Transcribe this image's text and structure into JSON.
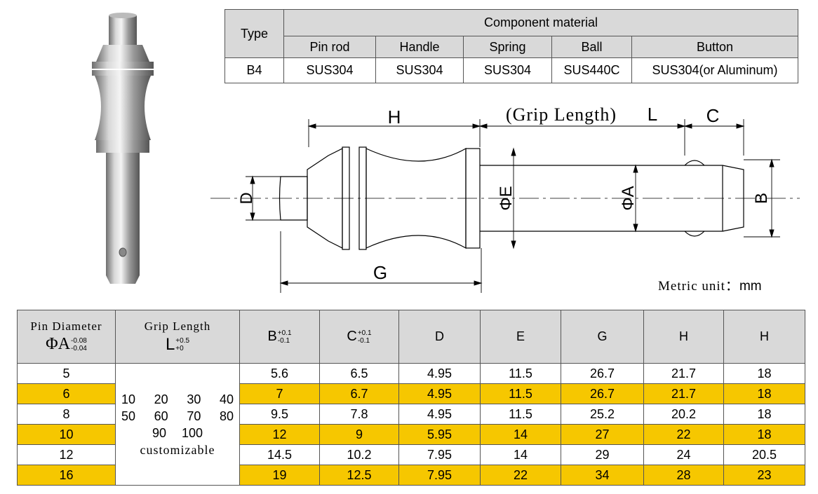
{
  "material_table": {
    "type_header": "Type",
    "group_header": "Component material",
    "columns": [
      "Pin rod",
      "Handle",
      "Spring",
      "Ball",
      "Button"
    ],
    "type_value": "B4",
    "values": [
      "SUS304",
      "SUS304",
      "SUS304",
      "SUS440C",
      "SUS304(or Aluminum)"
    ]
  },
  "diagram": {
    "label_H": "H",
    "label_grip": "(Grip Length)",
    "label_L": "L",
    "label_C": "C",
    "label_D": "D",
    "label_E": "ΦE",
    "label_A": "ΦA",
    "label_B": "B",
    "label_G": "G"
  },
  "metric_note": {
    "text": "Metric unit：",
    "unit": "mm"
  },
  "dim_table": {
    "col_pin_title": "Pin Diameter",
    "col_pin_symbol": "ΦA",
    "col_pin_tol_top": "-0.08",
    "col_pin_tol_bottom": "-0.04",
    "col_grip_title": "Grip Length",
    "col_grip_symbol": "L",
    "col_grip_tol_top": "+0.5",
    "col_grip_tol_bottom": "+0",
    "col_B": "B",
    "col_B_tol_top": "+0.1",
    "col_B_tol_bottom": "-0.1",
    "col_C": "C",
    "col_C_tol_top": "+0.1",
    "col_C_tol_bottom": "-0.1",
    "col_D": "D",
    "col_E": "E",
    "col_G": "G",
    "col_H1": "H",
    "col_H2": "H",
    "grip_values": [
      "10",
      "20",
      "30",
      "40",
      "50",
      "60",
      "70",
      "80",
      "90",
      "100"
    ],
    "grip_note": "customizable",
    "rows": [
      {
        "pin": "5",
        "B": "5.6",
        "C": "6.5",
        "D": "4.95",
        "E": "11.5",
        "G": "26.7",
        "H1": "21.7",
        "H2": "18",
        "highlight": false
      },
      {
        "pin": "6",
        "B": "7",
        "C": "6.7",
        "D": "4.95",
        "E": "11.5",
        "G": "26.7",
        "H1": "21.7",
        "H2": "18",
        "highlight": true
      },
      {
        "pin": "8",
        "B": "9.5",
        "C": "7.8",
        "D": "4.95",
        "E": "11.5",
        "G": "25.2",
        "H1": "20.2",
        "H2": "18",
        "highlight": false
      },
      {
        "pin": "10",
        "B": "12",
        "C": "9",
        "D": "5.95",
        "E": "14",
        "G": "27",
        "H1": "22",
        "H2": "18",
        "highlight": true
      },
      {
        "pin": "12",
        "B": "14.5",
        "C": "10.2",
        "D": "7.95",
        "E": "14",
        "G": "29",
        "H1": "24",
        "H2": "20.5",
        "highlight": false
      },
      {
        "pin": "16",
        "B": "19",
        "C": "12.5",
        "D": "7.95",
        "E": "22",
        "G": "34",
        "H1": "28",
        "H2": "23",
        "highlight": true
      }
    ]
  },
  "colors": {
    "highlight": "#f6c700",
    "header_bg": "#d9d9d9",
    "border": "#555555"
  }
}
